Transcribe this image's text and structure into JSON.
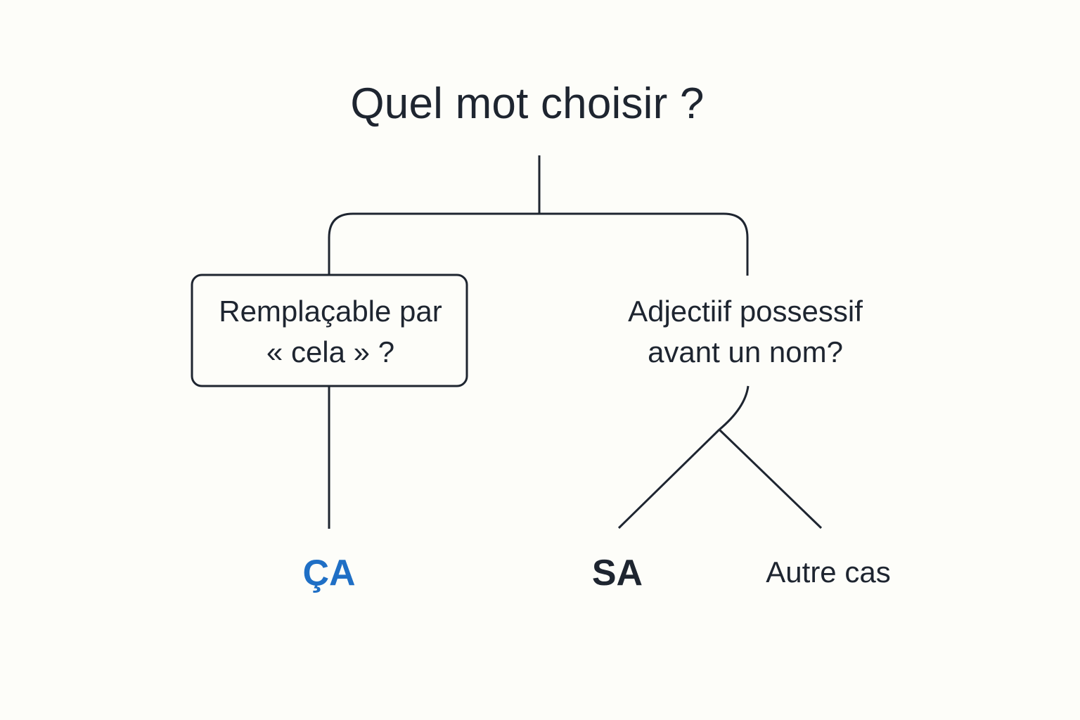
{
  "title": "Quel mot choisir ?",
  "branches": {
    "left": {
      "question_lines": [
        "Remplaçable par",
        "« cela » ?"
      ],
      "outcome": "ÇA"
    },
    "right": {
      "question_lines": [
        "Adjectiif possessif",
        "avant un nom?"
      ],
      "outcomes": [
        "SA",
        "Autre cas"
      ]
    }
  },
  "colors": {
    "background": "#fdfdf9",
    "text": "#1e2530",
    "line": "#1e2530",
    "highlight": "#1f6fc5"
  }
}
